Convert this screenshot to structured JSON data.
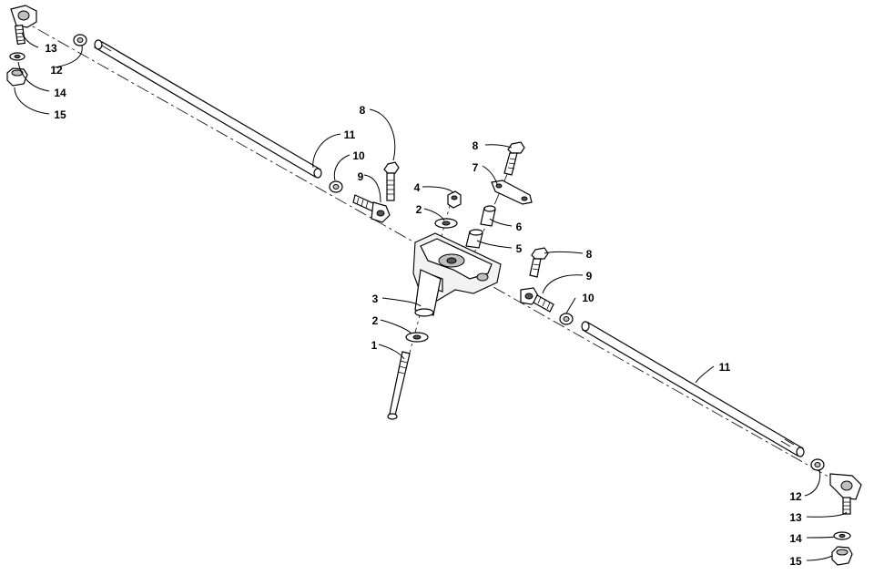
{
  "callouts": [
    {
      "id": "c-13-top",
      "text": "13"
    },
    {
      "id": "c-12-top",
      "text": "12"
    },
    {
      "id": "c-14-top",
      "text": "14"
    },
    {
      "id": "c-15-top",
      "text": "15"
    },
    {
      "id": "c-11-left",
      "text": "11"
    },
    {
      "id": "c-10-left",
      "text": "10"
    },
    {
      "id": "c-9-left",
      "text": "9"
    },
    {
      "id": "c-8-left",
      "text": "8"
    },
    {
      "id": "c-8-mid",
      "text": "8"
    },
    {
      "id": "c-7",
      "text": "7"
    },
    {
      "id": "c-4",
      "text": "4"
    },
    {
      "id": "c-2-top",
      "text": "2"
    },
    {
      "id": "c-6",
      "text": "6"
    },
    {
      "id": "c-5",
      "text": "5"
    },
    {
      "id": "c-8-right",
      "text": "8"
    },
    {
      "id": "c-9-right",
      "text": "9"
    },
    {
      "id": "c-10-right",
      "text": "10"
    },
    {
      "id": "c-3",
      "text": "3"
    },
    {
      "id": "c-2-bottom",
      "text": "2"
    },
    {
      "id": "c-1",
      "text": "1"
    },
    {
      "id": "c-11-right",
      "text": "11"
    },
    {
      "id": "c-12-bottom",
      "text": "12"
    },
    {
      "id": "c-13-bottom",
      "text": "13"
    },
    {
      "id": "c-14-bottom",
      "text": "14"
    },
    {
      "id": "c-15-bottom",
      "text": "15"
    }
  ]
}
